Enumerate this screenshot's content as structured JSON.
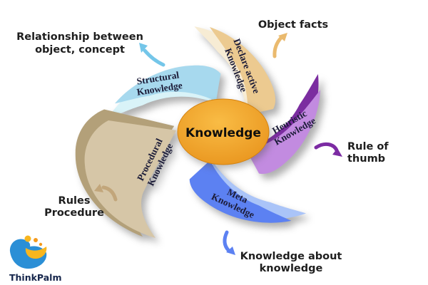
{
  "center": {
    "label": "Knowledge",
    "fill_inner": "#f9bc45",
    "fill_outer": "#e8931c",
    "rim": "#d4820f"
  },
  "petals": {
    "structural": {
      "line1": "Structural",
      "line2": "Knowledge",
      "front": "#a7d9ee",
      "back": "#d9f3f8",
      "arrow": "#74c6e9"
    },
    "declare": {
      "line1": "Declare active",
      "line2": "Knowledge",
      "front": "#ecca90",
      "back": "#f7ecd4",
      "arrow": "#eaba6e"
    },
    "heuristic": {
      "line1": "Heuristic",
      "line2": "Knowledge",
      "front": "#c28be0",
      "back": "#7b2da0",
      "arrow": "#7c2ba3"
    },
    "meta": {
      "line1": "Meta",
      "line2": "Knowledge",
      "front": "#5c81f2",
      "back": "#aac4f8",
      "arrow": "#5c81f2"
    },
    "procedural": {
      "line1": "Procedural",
      "line2": "Knowledge",
      "front": "#d6c6a7",
      "back": "#b3a079",
      "arrow": "#c2a67b"
    }
  },
  "annotations": {
    "structural": {
      "line1": "Relationship between",
      "line2": "object, concept"
    },
    "declare": {
      "line1": "Object facts"
    },
    "heuristic": {
      "line1": "Rule of",
      "line2": "thumb"
    },
    "meta": {
      "line1": "Knowledge about",
      "line2": "knowledge"
    },
    "procedural": {
      "line1": "Rules",
      "line2": "Procedure"
    }
  },
  "logo": {
    "name": "ThinkPalm",
    "text_color": "#16264c",
    "blue": "#2b8fd6",
    "yellow": "#f8b61f",
    "orange": "#f49a1d"
  }
}
